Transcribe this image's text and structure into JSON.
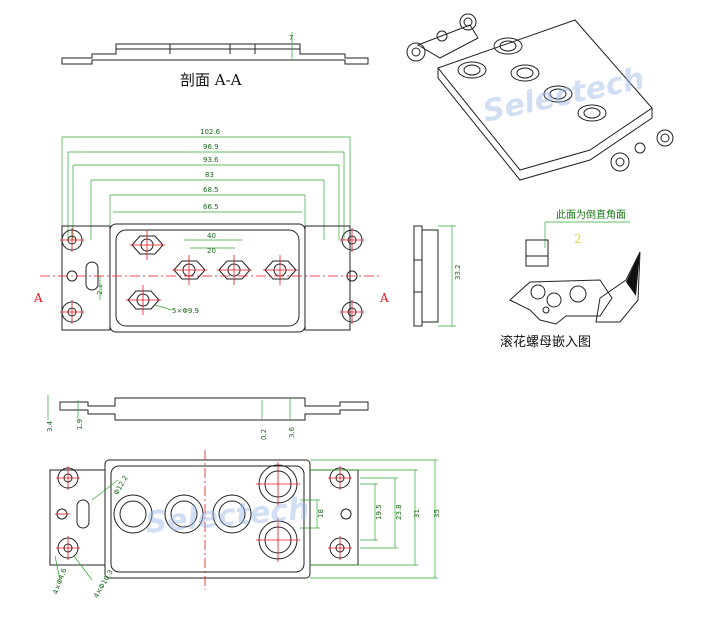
{
  "labels": {
    "section_aa": "剖面 A-A",
    "knurled_nut": "滚花螺母嵌入图",
    "chamfer_note": "此面为倒直角面",
    "marker_a_left": "A",
    "marker_a_right": "A",
    "watermark_top": "Selectech",
    "watermark_bottom": "Selectech"
  },
  "dimensions": {
    "section_7": "7",
    "w_102_6": "102.6",
    "w_96_9": "96.9",
    "w_93_6": "93.6",
    "w_83": "83",
    "w_68_5": "68.5",
    "w_66_5": "66.5",
    "w_40": "40",
    "w_20": "20",
    "h_2_1": "2.1",
    "hex_5x0_9": "5×Φ9.9",
    "side_33_2": "33.2",
    "chamfer_2": "2",
    "h_3_4": "3.4",
    "h_1_9": "1.9",
    "h_0_2": "0.2",
    "h_3_6": "3.6",
    "r_12_2": "Φ12.2",
    "h_18": "18",
    "h_19_5": "19.5",
    "h_23_8": "23.8",
    "h_31": "31",
    "h_35": "35",
    "hole_4_4": "4×Φ4.6",
    "hole_4_10_3": "4×Φ10.3"
  }
}
